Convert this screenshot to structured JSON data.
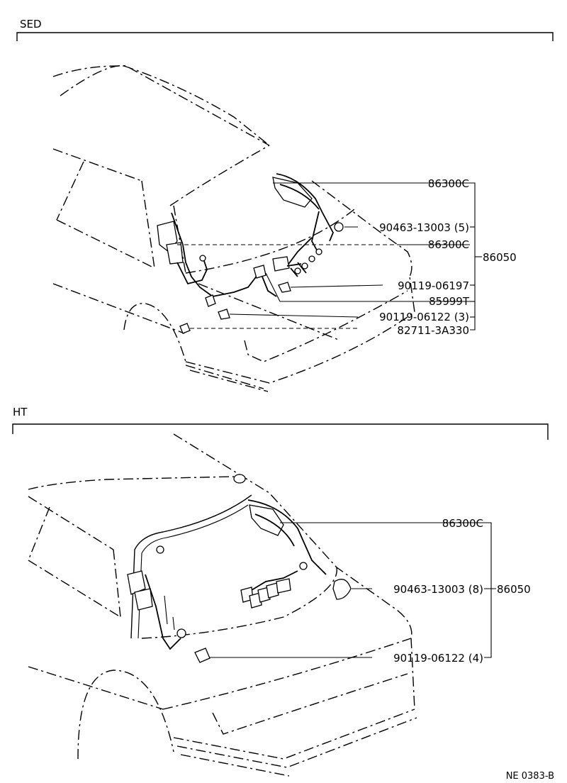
{
  "sections": [
    {
      "id": "sed",
      "title": "SED",
      "labels": {
        "harness_top": "86300C",
        "grommet": "90463-13003 (5)",
        "harness_mid": "86300C",
        "assembly": "86050",
        "bolt": "90119-06197",
        "sensor": "85999T",
        "screw": "90119-06122 (3)",
        "clip": "82711-3A330"
      }
    },
    {
      "id": "ht",
      "title": "HT",
      "labels": {
        "harness": "86300C",
        "grommet": "90463-13003 (8)",
        "assembly": "86050",
        "screw": "90119-06122 (4)"
      }
    }
  ],
  "footer": {
    "code": "NE  0383-B"
  }
}
